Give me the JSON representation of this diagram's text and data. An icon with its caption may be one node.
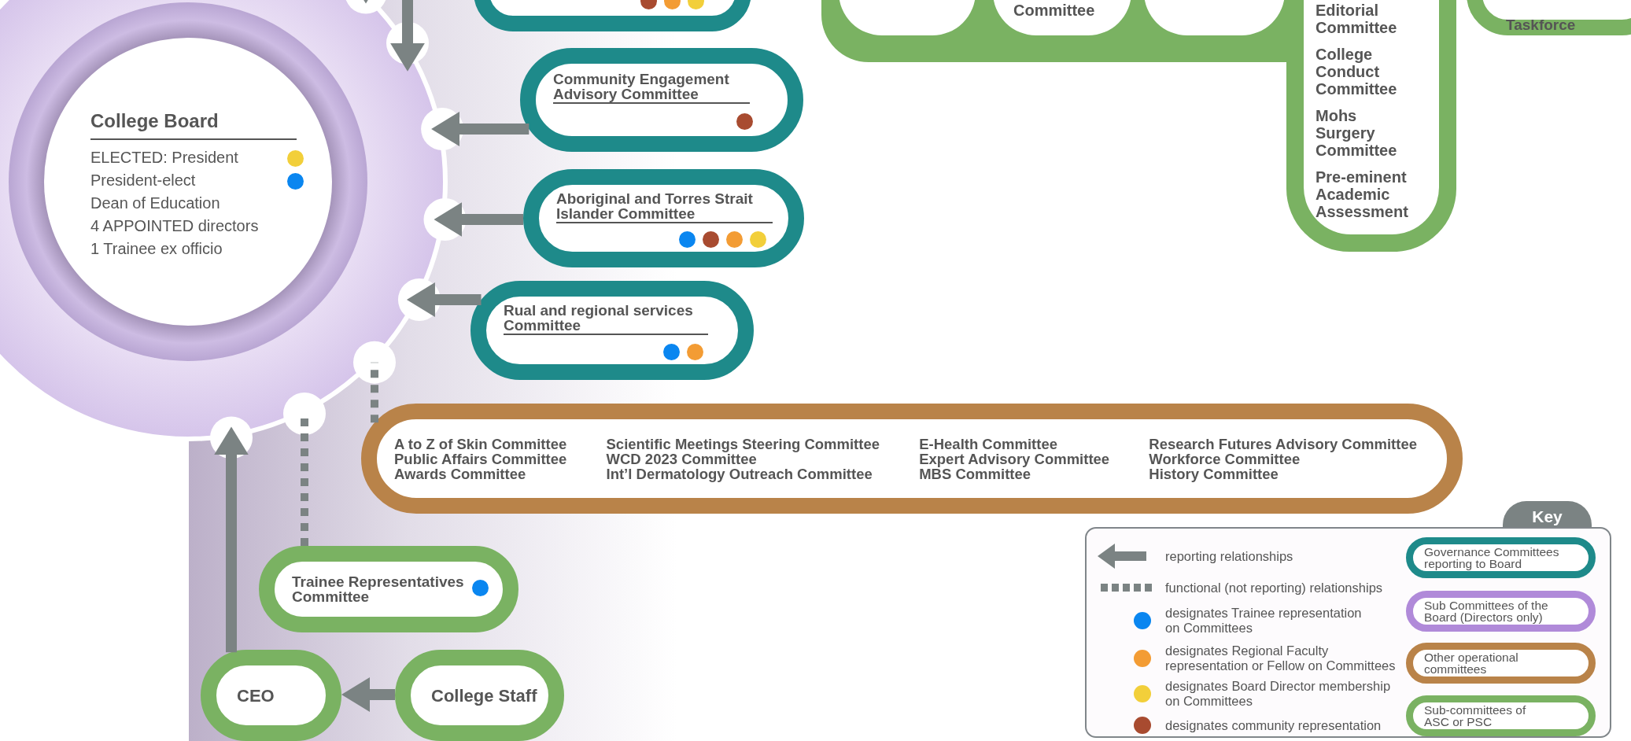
{
  "diagram": {
    "nodes": [
      {
        "text": [
          "College Board",
          "ELECTED: President",
          "President-elect",
          "Dean of Education",
          "4 APPOINTED directors",
          "1 Trainee ex officio"
        ]
      },
      {
        "text": [],
        "shape": "box"
      },
      {
        "text": [
          "Community Engagement Advisory Committee"
        ]
      },
      {
        "text": [
          "Aboriginal and Torres Strait Islander Committee"
        ]
      },
      {
        "text": [
          "Rual and regional services Committee"
        ]
      },
      {
        "text": [
          "Editorial Committee",
          "College Conduct Committee",
          "Mohs Surgery Committee",
          "Pre-eminent Academic Assessment"
        ]
      },
      {
        "text": [],
        "shape": "box",
        "in": 5
      },
      {
        "text": [
          "Committee"
        ],
        "in": 5
      },
      {
        "text": [],
        "shape": "box",
        "in": 5
      },
      {
        "text": [
          "Taskforce"
        ]
      },
      {
        "text": [
          "A to Z of Skin Committee",
          "Public Affairs Committee",
          "Awards Committee",
          "Scientific Meetings Steering Committee",
          "WCD 2023 Committee",
          "Int’l Dermatology Outreach Committee",
          "E-Health Committee",
          "Expert Advisory Committee",
          "MBS Committee",
          "Research Futures Advisory Committee",
          "Workforce Committee",
          "History Committee"
        ]
      },
      {
        "text": [
          "Trainee Representatives Committee"
        ]
      },
      {
        "text": [
          "CEO"
        ]
      },
      {
        "text": [
          "College Staff"
        ]
      }
    ],
    "edges": [
      {
        "from": null,
        "to": 0,
        "arrow": "to"
      },
      {
        "from": null,
        "to": 0,
        "arrow": "to"
      },
      {
        "from": 2,
        "to": 0,
        "arrow": "to"
      },
      {
        "from": 3,
        "to": 0,
        "arrow": "to"
      },
      {
        "from": 4,
        "to": 0,
        "arrow": "to"
      },
      {
        "from": 10,
        "to": 0,
        "arrow": "none",
        "style": "dashed"
      },
      {
        "from": 11,
        "to": 0,
        "arrow": "none",
        "style": "dashed"
      },
      {
        "from": 12,
        "to": 0,
        "arrow": "to"
      },
      {
        "from": 13,
        "to": 12,
        "arrow": "to"
      }
    ],
    "labels": [
      "Key"
    ],
    "legend": [
      {
        "text": "reporting relationships"
      },
      {
        "text": "functional (not reporting) relationships"
      },
      {
        "text": "designates Trainee representation on Committees",
        "color": "#0a86f0"
      },
      {
        "text": "designates Regional Faculty representation or Fellow on Committees",
        "color": "#f39c34"
      },
      {
        "text": "designates Board Director membership on Committees",
        "color": "#f2cf3a"
      },
      {
        "text": "designates community representation",
        "color": "#a84b30"
      },
      {
        "text": "Governance Committees reporting to Board",
        "color": "#1e8a8a"
      },
      {
        "text": "Sub Committees of the Board (Directors only)",
        "color": "#b08ad9"
      },
      {
        "text": "Other operational committees",
        "color": "#b98349"
      },
      {
        "text": "Sub-committees of ASC or PSC",
        "color": "#7ab262"
      }
    ]
  }
}
